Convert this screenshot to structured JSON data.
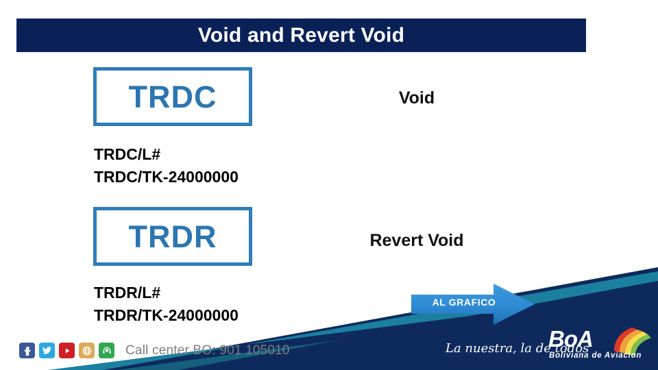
{
  "slide": {
    "title": "Void and Revert Void",
    "title_bar_color": "#0A2158"
  },
  "entries": [
    {
      "code": "TRDC",
      "action_label": "Void",
      "detail_lines": "TRDC/L#\nTRDC/TK-24000000",
      "box_border_color": "#2E7DB8",
      "code_text_color": "#2B76B0"
    },
    {
      "code": "TRDR",
      "action_label": "Revert Void",
      "detail_lines": "TRDR/L#\nTRDR/TK-24000000",
      "box_border_color": "#2E7DB8",
      "code_text_color": "#2B76B0"
    }
  ],
  "callout": {
    "arrow_label": "AL  GRAFICO",
    "arrow_color": "#2E8BD4",
    "text_color": "#FFFFFF"
  },
  "footer": {
    "social_icons": [
      {
        "name": "facebook-icon",
        "glyph": "f",
        "color": "#3B5998"
      },
      {
        "name": "twitter-icon",
        "glyph": "✉",
        "color": "#2CA8E0"
      },
      {
        "name": "youtube-icon",
        "glyph": "▶",
        "color": "#CE1F26"
      },
      {
        "name": "globe-icon",
        "glyph": "⊕",
        "color": "#DFA95A"
      },
      {
        "name": "support-headset-icon",
        "glyph": "☺",
        "color": "#2FA84F"
      }
    ],
    "call_center": "Call center BO: 901 105010",
    "call_center_color": "#7D7D7D",
    "brand": {
      "wordmark": "BoA",
      "subtitle": "Boliviana  de  Aviacion",
      "tagline": "La nuestra, la de todos",
      "navy": "#0E2A5C",
      "teal": "#1B7FA0"
    }
  }
}
